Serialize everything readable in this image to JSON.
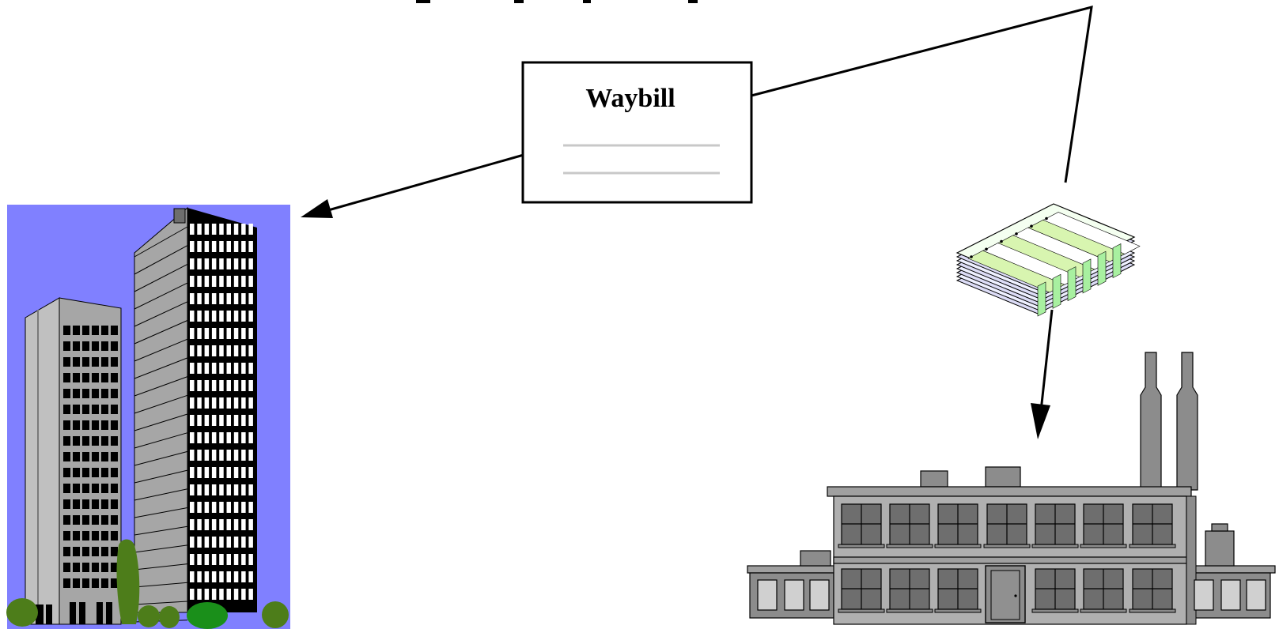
{
  "diagram": {
    "document": {
      "title": "Waybill",
      "line_count": 2
    },
    "nodes": [
      {
        "id": "office-buildings",
        "icon": "office-buildings-icon"
      },
      {
        "id": "waybill-document",
        "icon": "document-icon"
      },
      {
        "id": "cash-stack",
        "icon": "money-stack-icon"
      },
      {
        "id": "factory",
        "icon": "factory-icon"
      }
    ],
    "edges": [
      {
        "from": "waybill-document",
        "to": "office-buildings",
        "arrow": true
      },
      {
        "from": "waybill-document",
        "to": "cash-stack",
        "arrow": false
      },
      {
        "from": "cash-stack",
        "to": "factory",
        "arrow": true
      }
    ],
    "colors": {
      "sky": "#8080ff",
      "building_gray": "#a6a6a6",
      "factory_gray": "#a0a0a0",
      "window_black": "#000000",
      "tree_green": "#4d7d1a",
      "bill_green": "#d8f5b0",
      "bill_lavender": "#dcdcf6"
    }
  }
}
